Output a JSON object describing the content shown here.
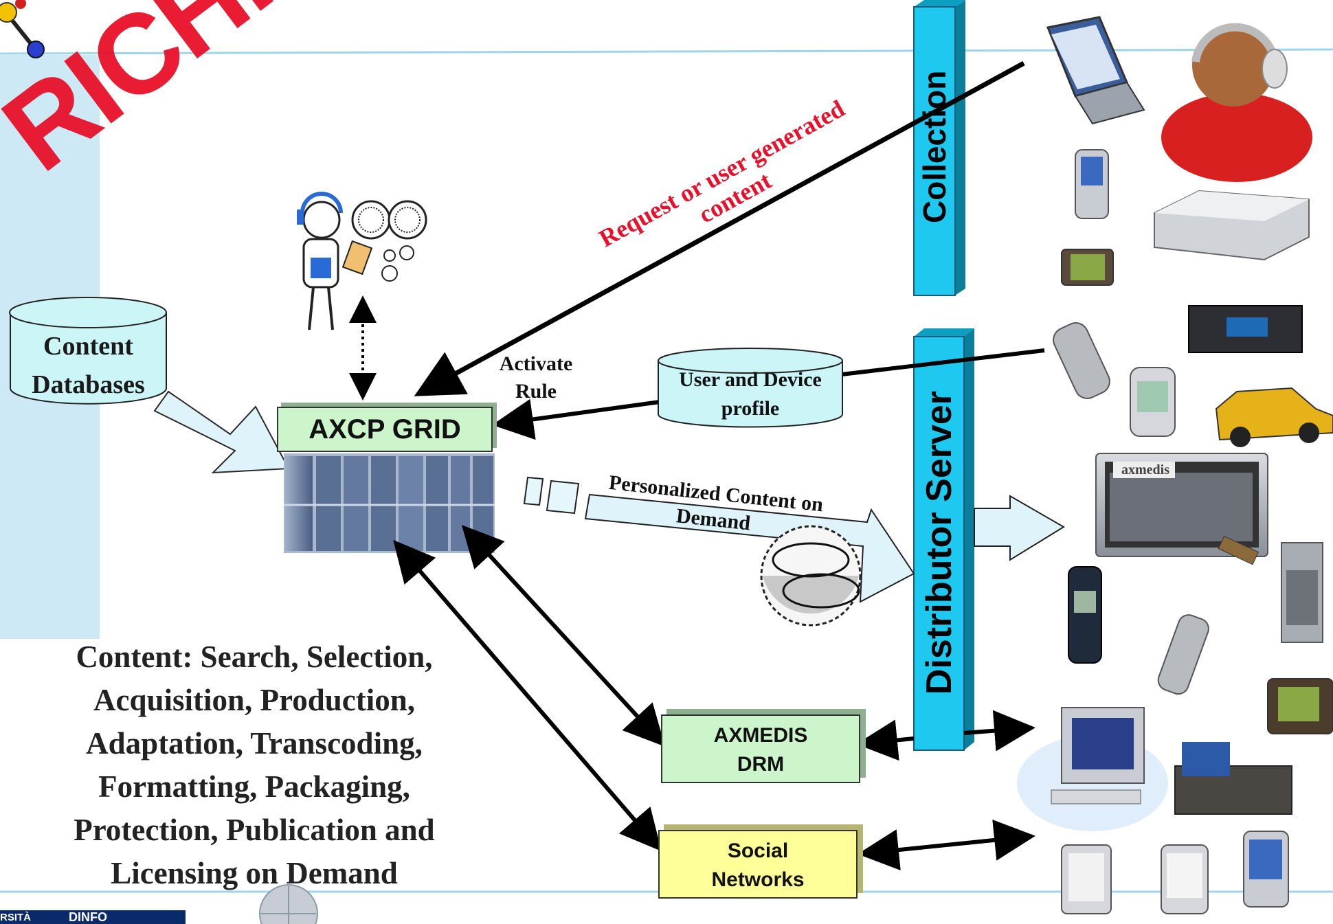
{
  "watermark": "RICHIAMO",
  "collection_label": "Collection",
  "distributor_label": "Distributor Server",
  "request_label_line1": "Request or user generated",
  "request_label_line2": "content",
  "content_db_line1": "Content",
  "content_db_line2": "Databases",
  "axcp_label": "AXCP GRID",
  "activate_rule_line1": "Activate",
  "activate_rule_line2": "Rule",
  "profile_line1": "User and Device",
  "profile_line2": "profile",
  "personalized_line1": "Personalized Content on",
  "personalized_line2": "Demand",
  "drm_line1": "AXMEDIS",
  "drm_line2": "DRM",
  "social_line1": "Social",
  "social_line2": "Networks",
  "content_ops": [
    "Content: Search, Selection,",
    "Acquisition, Production,",
    "Adaptation, Transcoding,",
    "Formatting, Packaging,",
    "Protection, Publication and",
    "Licensing on Demand"
  ],
  "footer_univ": "RSITÀ",
  "footer_dept": "DINFO",
  "tv_brand": "axmedis",
  "colors": {
    "cyan_bar": "#1ec8ee",
    "green_box": "#ccf5cc",
    "yellow_box": "#ffff99",
    "cylinder": "#ccf5f7",
    "red_text": "#e8102a",
    "left_panel": "#cde9f5"
  }
}
